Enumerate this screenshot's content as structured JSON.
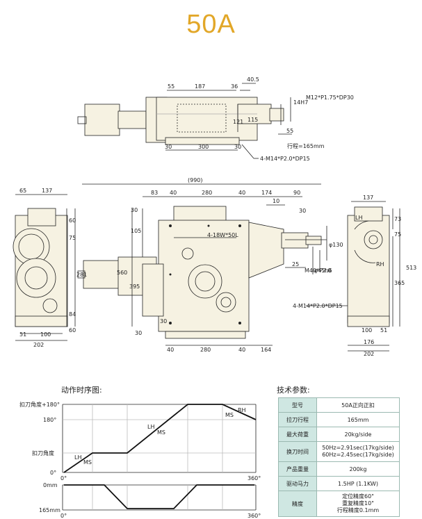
{
  "title": "50A",
  "colors": {
    "accent": "#e2a728",
    "body": "#f6f2e2",
    "table_header": "#cfe7e2"
  },
  "top_view": {
    "dims": [
      "55",
      "187",
      "36",
      "40.5",
      "121",
      "115",
      "30",
      "300",
      "30",
      "55",
      "14H7"
    ],
    "notes": {
      "shaft": "M12*P1.75*DP30",
      "stroke": "行程=165mm",
      "holes": "4-M14*P2.0*DP15"
    }
  },
  "front_view": {
    "dims": [
      "(990)",
      "83",
      "40",
      "280",
      "40",
      "174",
      "90",
      "10",
      "30",
      "105",
      "30",
      "30",
      "560",
      "395",
      "30",
      "40",
      "280",
      "40",
      "164",
      "25",
      "φ130",
      "φ45h6",
      "M40*P2.0"
    ],
    "notes": {
      "key": "4-18W*50L"
    }
  },
  "left_view": {
    "dims": [
      "65",
      "137",
      "60",
      "75",
      "281",
      "84",
      "60",
      "51",
      "100",
      "202"
    ]
  },
  "right_view": {
    "dims": [
      "137",
      "73",
      "75",
      "513",
      "365",
      "100",
      "51",
      "176",
      "202"
    ],
    "labels": {
      "lh": "LH",
      "rh": "RH"
    },
    "notes": {
      "holes": "4-M14*P2.0*DP15"
    }
  },
  "timing": {
    "heading": "动作时序图:",
    "y_labels": [
      "扣刀角度+180°",
      "180°",
      "扣刀角度",
      "0°"
    ],
    "x_labels": [
      "0°",
      "360°"
    ],
    "curve_labels": [
      "LH",
      "MS",
      "LH",
      "MS",
      "MS",
      "RH"
    ],
    "lower_y_labels": [
      "0mm",
      "165mm"
    ],
    "lower_x_labels": [
      "0°",
      "360°"
    ]
  },
  "specs": {
    "heading": "技术参数:",
    "rows": [
      {
        "key": "型号",
        "value": "50A正向正扣"
      },
      {
        "key": "拉刀行程",
        "value": "165mm"
      },
      {
        "key": "最大荷重",
        "value": "20kg/side"
      },
      {
        "key": "换刀时间",
        "value_lines": [
          "50Hz=2.91sec(17kg/side)",
          "60Hz=2.45sec(17kg/side)"
        ]
      },
      {
        "key": "产品重量",
        "value": "200kg"
      },
      {
        "key": "驱动马力",
        "value": "1.5HP (1.1KW)"
      },
      {
        "key": "精度",
        "value_lines": [
          "定位精度60\"",
          "重复精度10\"",
          "行程精度0.1mm"
        ]
      }
    ]
  }
}
